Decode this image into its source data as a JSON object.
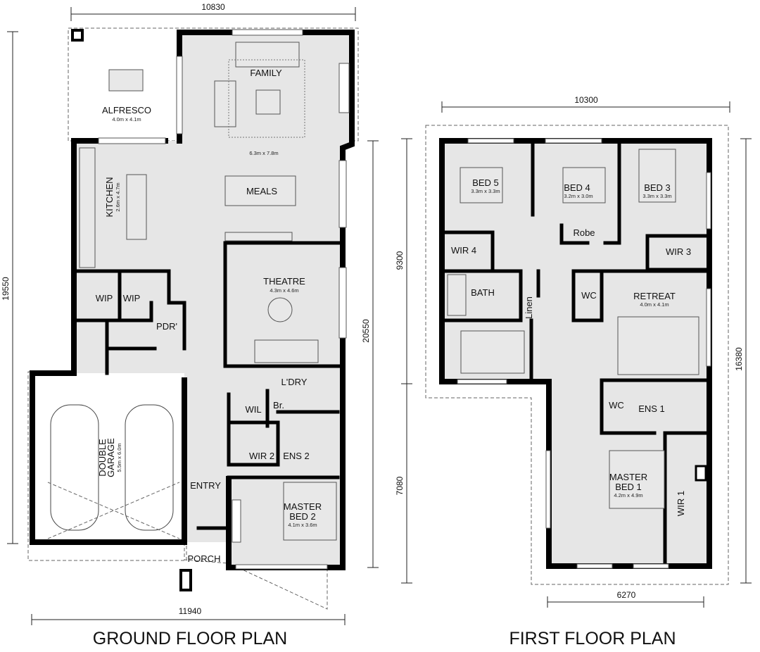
{
  "ground": {
    "title": "GROUND FLOOR PLAN",
    "dims": {
      "top": "10830",
      "left": "19550",
      "right": "20550",
      "bottom": "11940"
    },
    "rooms": [
      {
        "name": "ALFRESCO",
        "size": "4.0m x 4.1m"
      },
      {
        "name": "FAMILY",
        "size": "6.3m x 7.8m"
      },
      {
        "name": "MEALS"
      },
      {
        "name": "KITCHEN",
        "size": "2.6m x 4.7m"
      },
      {
        "name": "THEATRE",
        "size": "4.3m x 4.6m"
      },
      {
        "name": "WIP"
      },
      {
        "name": "WIP"
      },
      {
        "name": "PDR'"
      },
      {
        "name": "L'DRY"
      },
      {
        "name": "WIL"
      },
      {
        "name": "Br."
      },
      {
        "name": "WIR 2"
      },
      {
        "name": "ENS 2"
      },
      {
        "name": "DOUBLE",
        "name2": "GARAGE",
        "size": "5.5m x 6.0m"
      },
      {
        "name": "ENTRY"
      },
      {
        "name": "MASTER",
        "name2": "BED 2",
        "size": "4.1m x 3.6m"
      },
      {
        "name": "PORCH"
      }
    ]
  },
  "first": {
    "title": "FIRST FLOOR PLAN",
    "dims": {
      "top": "10300",
      "left_upper": "9300",
      "left_lower": "7080",
      "right": "16380",
      "bottom": "6270"
    },
    "rooms": [
      {
        "name": "BED 5",
        "size": "3.3m x 3.3m"
      },
      {
        "name": "BED 4",
        "size": "3.2m x 3.0m"
      },
      {
        "name": "BED 3",
        "size": "3.3m x 3.3m"
      },
      {
        "name": "Robe"
      },
      {
        "name": "WIR 4"
      },
      {
        "name": "WIR 3"
      },
      {
        "name": "BATH"
      },
      {
        "name": "Linen"
      },
      {
        "name": "WC"
      },
      {
        "name": "RETREAT",
        "size": "4.0m x 4.1m"
      },
      {
        "name": "WC"
      },
      {
        "name": "ENS 1"
      },
      {
        "name": "MASTER",
        "name2": "BED 1",
        "size": "4.2m x 4.9m"
      },
      {
        "name": "WIR 1"
      }
    ]
  }
}
